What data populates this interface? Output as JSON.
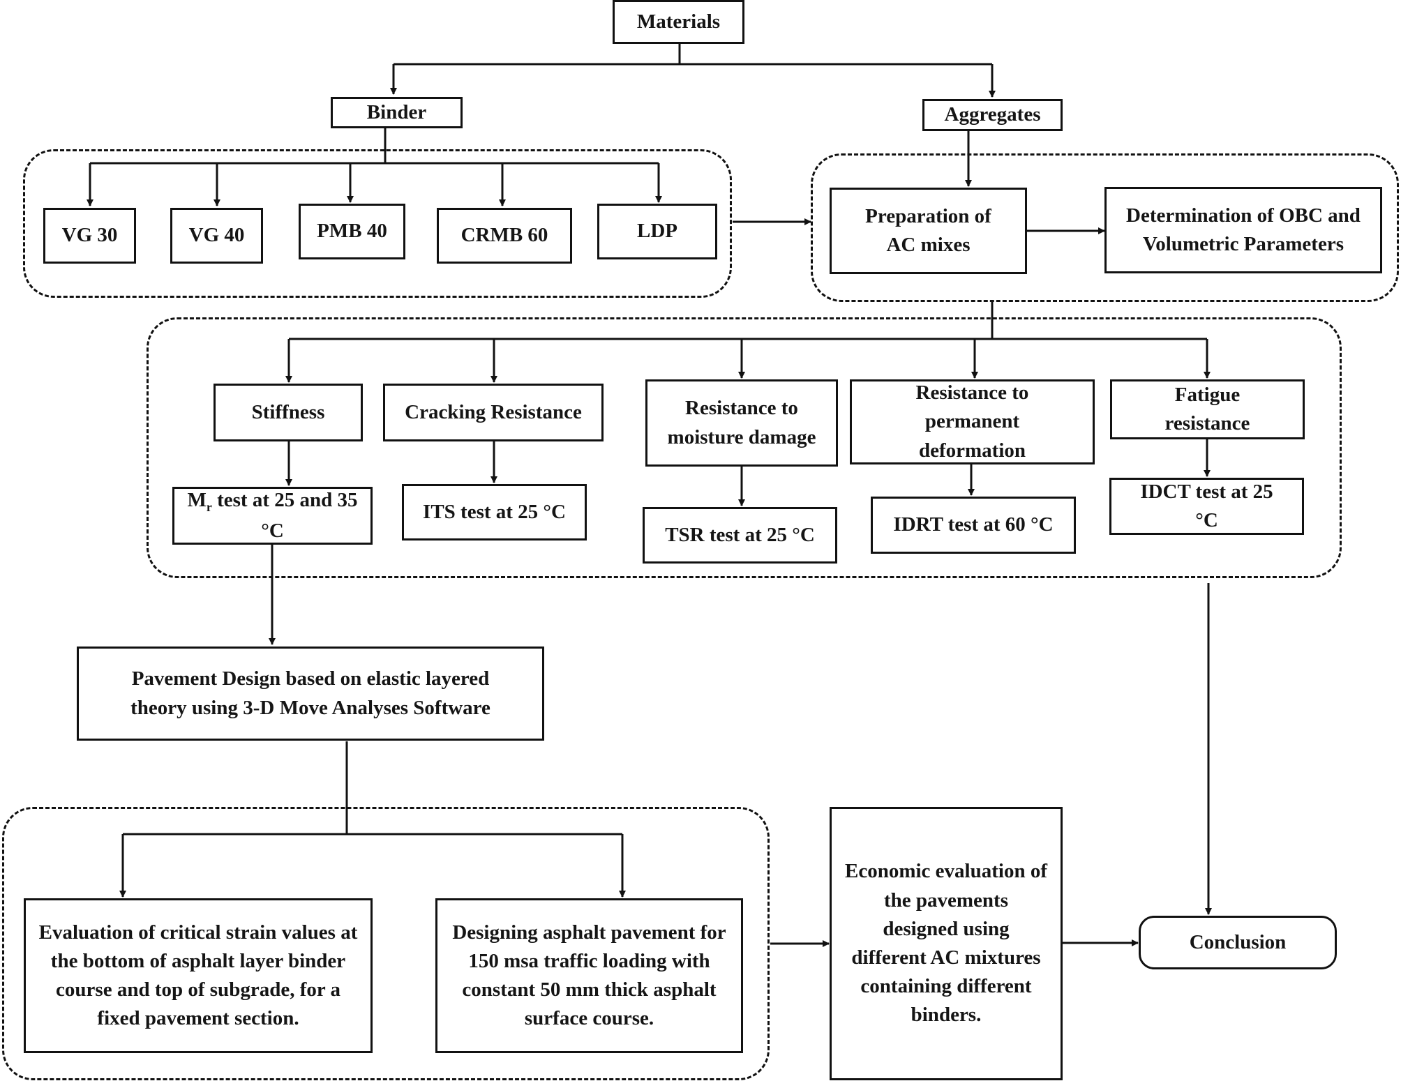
{
  "nodes": {
    "materials": "Materials",
    "binder": "Binder",
    "aggregates": "Aggregates",
    "vg30": "VG 30",
    "vg40": "VG 40",
    "pmb40": "PMB 40",
    "crmb60": "CRMB 60",
    "ldp": "LDP",
    "preparation": "Preparation of AC mixes",
    "determination": "Determination of OBC and Volumetric Parameters",
    "stiffness": "Stiffness",
    "cracking": "Cracking Resistance",
    "moisture": "Resistance to moisture damage",
    "permanent": "Resistance to permanent deformation",
    "fatigue": "Fatigue resistance",
    "mr_test_prefix": "M",
    "mr_test_sub": "r",
    "mr_test_rest": " test at 25 and 35 °C",
    "its_test": "ITS test at 25 °C",
    "tsr_test": "TSR test at 25 °C",
    "idrt_test": "IDRT test at 60 °C",
    "idct_test": "IDCT test at 25 °C",
    "pavement_design": "Pavement Design based on elastic layered theory using 3-D Move Analyses Software",
    "evaluation": "Evaluation of critical strain values at the bottom of asphalt layer binder course and top of subgrade, for a fixed pavement section.",
    "designing": "Designing asphalt pavement for 150 msa traffic loading with constant 50 mm thick asphalt surface course.",
    "economic": "Economic evaluation of the pavements designed using different AC mixtures containing different binders.",
    "conclusion": "Conclusion"
  },
  "style": {
    "stroke": "#111111"
  }
}
